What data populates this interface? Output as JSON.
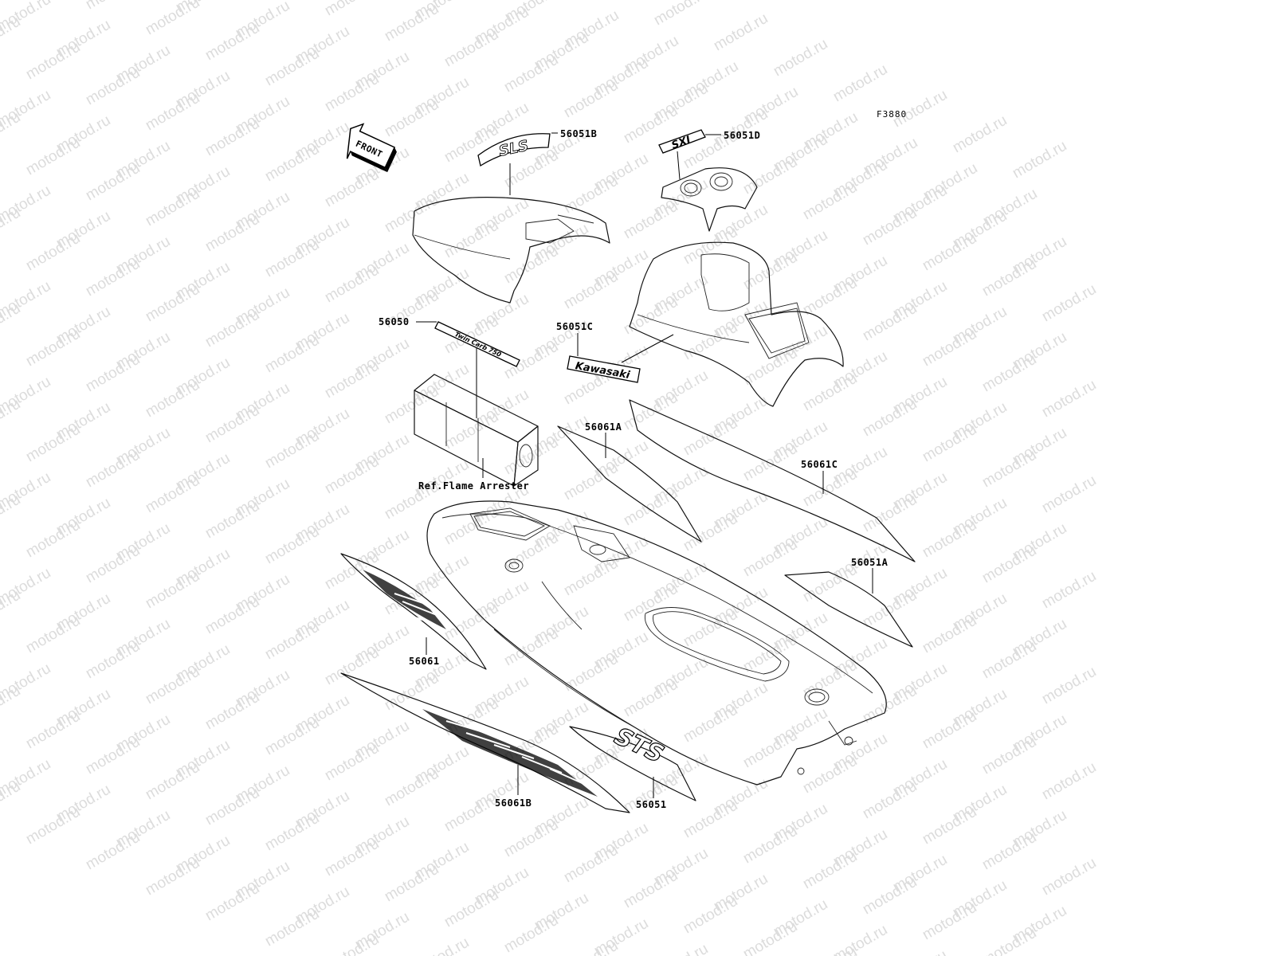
{
  "watermark": {
    "text": "motod.ru"
  },
  "figure_id": "F3880",
  "front_arrow": {
    "label": "FRONT"
  },
  "decals": {
    "seat_logo": "SLS",
    "handlepole_logo": "SXI",
    "kawasaki_logo": "Kawasaki",
    "hull_logo": "STS",
    "cover_text": "Twin Carb 750"
  },
  "callouts": {
    "p56051B": "56051B",
    "p56051D": "56051D",
    "p56050": "56050",
    "p56051C": "56051C",
    "p56061A": "56061A",
    "p56061C": "56061C",
    "p56051A": "56051A",
    "p56061": "56061",
    "p56061B": "56061B",
    "p56051": "56051",
    "ref_flame": "Ref.Flame Arrester"
  }
}
